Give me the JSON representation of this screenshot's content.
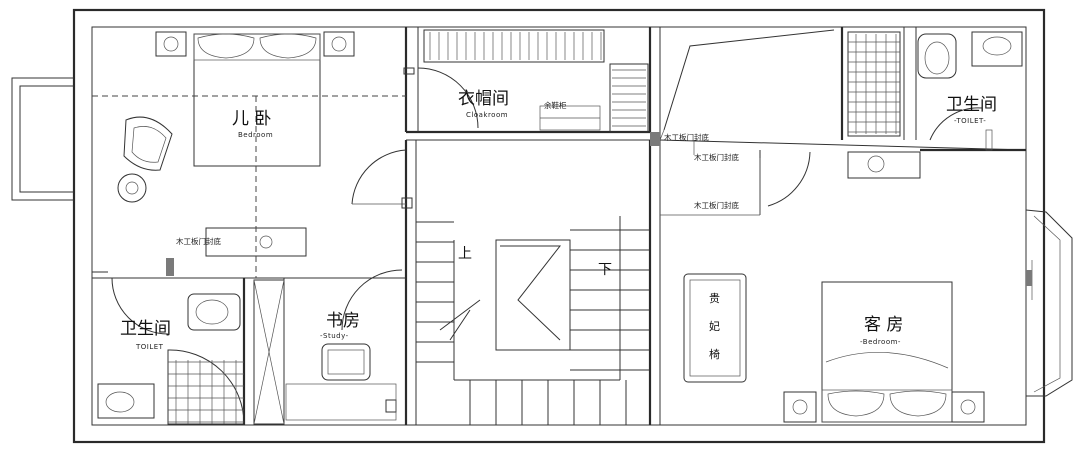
{
  "rooms": {
    "kids_bedroom": {
      "cn": "儿 卧",
      "en": "Bedroom"
    },
    "cloakroom": {
      "cn": "衣帽间",
      "en": "Cloakroom"
    },
    "toilet_right": {
      "cn": "卫生间",
      "en": "-TOILET-"
    },
    "toilet_left": {
      "cn": "卫生间",
      "en": "TOILET"
    },
    "study": {
      "cn": "书房",
      "en": "-Study-"
    },
    "guest_room": {
      "cn": "客 房",
      "en": "-Bedroom-"
    }
  },
  "notes": {
    "shoe_cabinet": "余鞋柜",
    "wood_door_1": "木工板门封底",
    "wood_door_2": "木工板门封底",
    "wood_door_3": "木工板门封底",
    "wood_door_left": "木工板门封底"
  },
  "stairs": {
    "up": "上",
    "down": "下"
  },
  "furniture": {
    "chaise": [
      "贵",
      "妃",
      "椅"
    ]
  }
}
